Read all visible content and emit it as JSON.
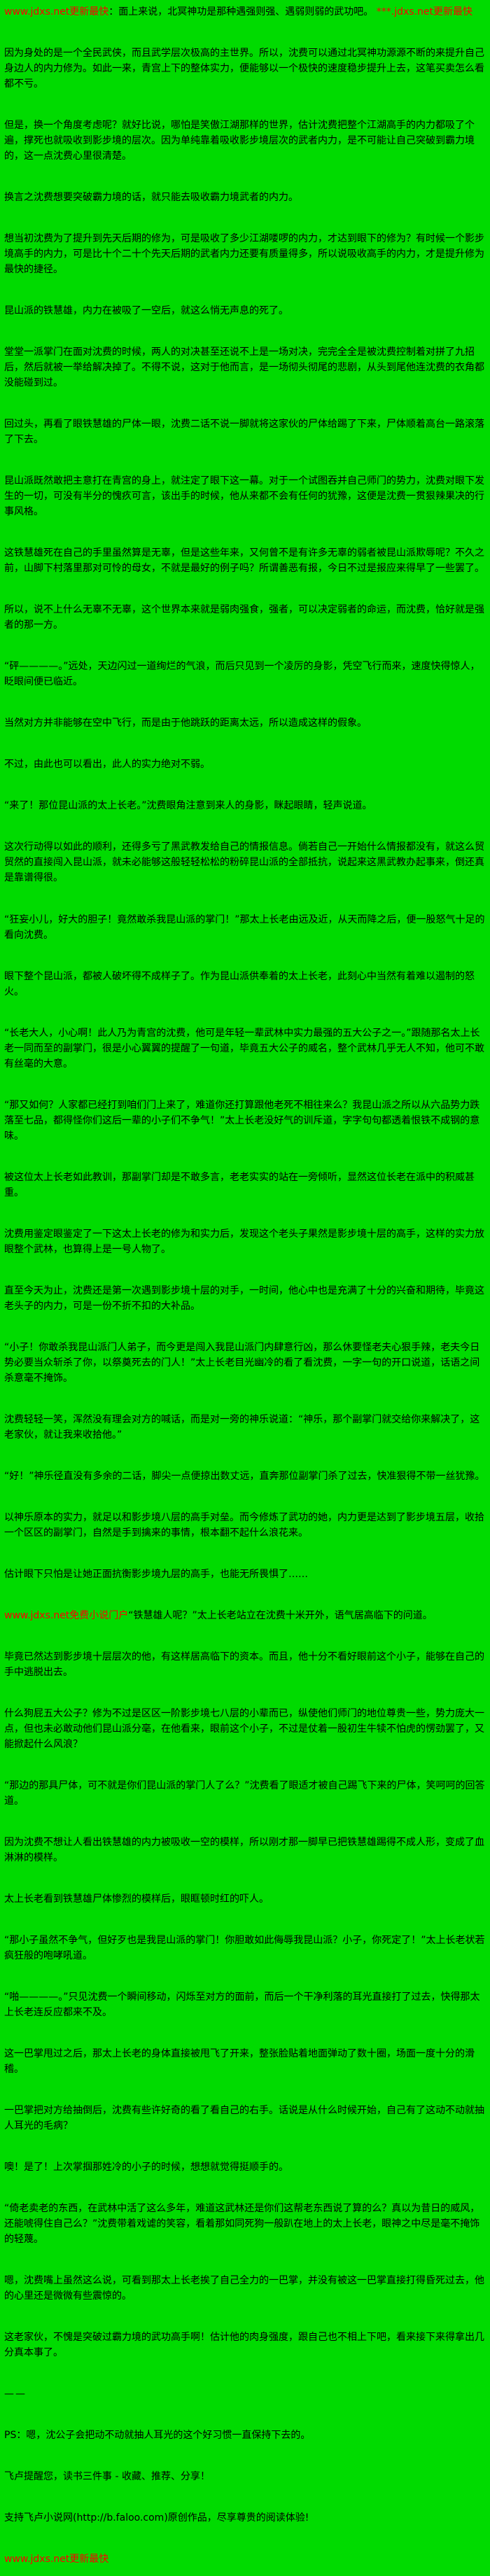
{
  "page": {
    "background_color": "#00db00",
    "text_color": "#000000",
    "watermark_color": "#ff0000"
  },
  "watermarks": {
    "top_left": "www.jdxs.net更新最快",
    "top_right": " ***.jdxs.net更新最快",
    "middle": "www.jdxs.net免费小说门户",
    "bottom": "www.jdxs.net更新最快"
  },
  "chapter": {
    "paragraphs": [
      {
        "name": "top-watermark-line",
        "spans": [
          {
            "t": "www.jdxs.net更新最快",
            "red": true
          },
          {
            "t": "：面上来说，北冥神功是那种遇强则强、遇弱则弱的武功吧。"
          },
          {
            "t": " ***.jdxs.net更新最快",
            "red": true
          }
        ]
      },
      {
        "spans": [
          {
            "t": "因为身处的是一个全民武侠，而且武学层次极高的主世界。所以，沈费可以通过北冥神功源源不断的来提升自己身边人的内力修为。如此一来，青宫上下的整体实力，便能够以一个极快的速度稳步提升上去，这笔买卖怎么看都不亏。"
          }
        ]
      },
      {
        "spans": [
          {
            "t": "但是，换一个角度考虑呢？就好比说，哪怕是笑傲江湖那样的世界，估计沈费把整个江湖高手的内力都吸了个遍，撑死也就吸收到影步境的层次。因为单纯靠着吸收影步境层次的武者内力，是不可能让自己突破到霸力境的，这一点沈费心里很清楚。"
          }
        ]
      },
      {
        "spans": [
          {
            "t": "换言之沈费想要突破霸力境的话，就只能去吸收霸力境武者的内力。"
          }
        ]
      },
      {
        "spans": [
          {
            "t": "想当初沈费为了提升到先天后期的修为，可是吸收了多少江湖喽啰的内力，才达到眼下的修为？有时候一个影步境高手的内力，可是比十个二十个先天后期的武者内力还要有质量得多，所以说吸收高手的内力，才是提升修为最快的捷径。"
          }
        ]
      },
      {
        "spans": [
          {
            "t": "昆山派的铁慧雄，内力在被吸了一空后，就这么悄无声息的死了。"
          }
        ]
      },
      {
        "spans": [
          {
            "t": "堂堂一派掌门在面对沈费的时候，两人的对决甚至还说不上是一场对决，完完全全是被沈费控制着对拼了九招后，然后就被一举给解决掉了。不得不说，这对于他而言，是一场彻头彻尾的悲剧，从头到尾他连沈费的衣角都没能碰到过。"
          }
        ]
      },
      {
        "spans": [
          {
            "t": "回过头，再看了眼铁慧雄的尸体一眼，沈费二话不说一脚就将这家伙的尸体给踢了下来，尸体顺着高台一路滚落了下去。"
          }
        ]
      },
      {
        "spans": [
          {
            "t": "昆山派既然敢把主意打在青宫的身上，就注定了眼下这一幕。对于一个试图吞并自己师门的势力，沈费对眼下发生的一切，可没有半分的愧疚可言，该出手的时候，他从来都不会有任何的犹豫，这便是沈费一贯狠辣果决的行事风格。"
          }
        ]
      },
      {
        "spans": [
          {
            "t": "这铁慧雄死在自己的手里虽然算是无辜，但是这些年来，又何曾不是有许多无辜的弱者被昆山派欺辱呢？不久之前，山脚下村落里那对可怜的母女，不就是最好的例子吗？所谓善恶有报，今日不过是报应来得早了一些罢了。"
          }
        ]
      },
      {
        "spans": [
          {
            "t": "所以，说不上什么无辜不无辜，这个世界本来就是弱肉强食，强者，可以决定弱者的命运，而沈费，恰好就是强者的那一方。"
          }
        ]
      },
      {
        "spans": [
          {
            "t": "“砰————。”远处，天边闪过一道绚烂的气浪，而后只见到一个凌厉的身影，凭空飞行而来，速度快得惊人，眨眼间便已临近。"
          }
        ]
      },
      {
        "spans": [
          {
            "t": "当然对方并非能够在空中飞行，而是由于他跳跃的距离太远，所以造成这样的假象。"
          }
        ]
      },
      {
        "spans": [
          {
            "t": "不过，由此也可以看出，此人的实力绝对不弱。"
          }
        ]
      },
      {
        "spans": [
          {
            "t": "“来了！那位昆山派的太上长老。”沈费眼角注意到来人的身影，眯起眼睛，轻声说道。"
          }
        ]
      },
      {
        "spans": [
          {
            "t": "这次行动得以如此的顺利，还得多亏了黑武教发给自己的情报信息。倘若自己一开始什么情报都没有，就这么贸贸然的直接闯入昆山派，就未必能够这般轻轻松松的粉碎昆山派的全部抵抗，说起来这黑武教办起事来，倒还真是靠谱得很。"
          }
        ]
      },
      {
        "spans": [
          {
            "t": "“狂妄小儿，好大的胆子！竟然敢杀我昆山派的掌门！”那太上长老由远及近，从天而降之后，便一股怒气十足的看向沈费。"
          }
        ]
      },
      {
        "spans": [
          {
            "t": "眼下整个昆山派，都被人破坏得不成样子了。作为昆山派供奉着的太上长老，此刻心中当然有着难以遏制的怒火。"
          }
        ]
      },
      {
        "spans": [
          {
            "t": "“长老大人，小心啊！此人乃为青宫的沈费，他可是年轻一辈武林中实力最强的五大公子之一。”跟随那名太上长老一同而至的副掌门，很是小心翼翼的提醒了一句道，毕竟五大公子的威名，整个武林几乎无人不知，他可不敢有丝毫的大意。"
          }
        ]
      },
      {
        "spans": [
          {
            "t": "“那又如何？人家都已经打到咱们门上来了，难道你还打算跟他老死不相往来么？我昆山派之所以从六品势力跌落至七品，都得怪你们这后一辈的小子们不争气！”太上长老没好气的训斥道，字字句句都透着恨铁不成钢的意味。"
          }
        ]
      },
      {
        "spans": [
          {
            "t": "被这位太上长老如此教训，那副掌门却是不敢多言，老老实实的站在一旁倾听，显然这位长老在派中的积威甚重。"
          }
        ]
      },
      {
        "spans": [
          {
            "t": "沈费用鉴定眼鉴定了一下这太上长老的修为和实力后，发现这个老头子果然是影步境十层的高手，这样的实力放眼整个武林，也算得上是一号人物了。"
          }
        ]
      },
      {
        "spans": [
          {
            "t": "直至今天为止，沈费还是第一次遇到影步境十层的对手，一时间，他心中也是充满了十分的兴奋和期待，毕竟这老头子的内力，可是一份不折不扣的大补品。"
          }
        ]
      },
      {
        "spans": [
          {
            "t": "“小子！你敢杀我昆山派门人弟子，而今更是闯入我昆山派门内肆意行凶，那么休要怪老夫心狠手辣，老夫今日势必要当众斩杀了你，以祭奠死去的门人！”太上长老目光幽冷的看了看沈费，一字一句的开口说道，话语之间杀意毫不掩饰。"
          }
        ]
      },
      {
        "spans": [
          {
            "t": "沈费轻轻一笑，浑然没有理会对方的喊话，而是对一旁的神乐说道：“神乐，那个副掌门就交给你来解决了，这老家伙，就让我来收拾他。”"
          }
        ]
      },
      {
        "spans": [
          {
            "t": "“好！”神乐径直没有多余的二话，脚尖一点便掠出数丈远，直奔那位副掌门杀了过去，快准狠得不带一丝犹豫。"
          }
        ]
      },
      {
        "spans": [
          {
            "t": "以神乐原本的实力，就足以和影步境八层的高手对垒。而今修炼了武功的她，内力更是达到了影步境五层，收拾一个区区的副掌门，自然是手到擒来的事情，根本翻不起什么浪花来。"
          }
        ]
      },
      {
        "spans": [
          {
            "t": "估计眼下只怕是让她正面抗衡影步境九层的高手，也能无所畏惧了……"
          }
        ]
      },
      {
        "name": "mid-watermark-line",
        "spans": [
          {
            "t": "www.jdxs.net免费小说门户",
            "red": true
          },
          {
            "t": "“铁慧雄人呢？”太上长老站立在沈费十米开外，语气居高临下的问道。"
          }
        ]
      },
      {
        "spans": [
          {
            "t": "毕竟已然达到影步境十层层次的他，有这样居高临下的资本。而且，他十分不看好眼前这个小子，能够在自己的手中逃脱出去。"
          }
        ]
      },
      {
        "spans": [
          {
            "t": "什么狗屁五大公子？修为不过是区区一阶影步境七八层的小辈而已，纵使他们师门的地位尊贵一些，势力庞大一点，但也未必敢动他们昆山派分毫，在他看来，眼前这个小子，不过是仗着一股初生牛犊不怕虎的愣劲罢了，又能掀起什么风浪？"
          }
        ]
      },
      {
        "spans": [
          {
            "t": "“那边的那具尸体，可不就是你们昆山派的掌门人了么？”沈费看了眼适才被自己踢飞下来的尸体，笑呵呵的回答道。"
          }
        ]
      },
      {
        "spans": [
          {
            "t": "因为沈费不想让人看出铁慧雄的内力被吸收一空的模样，所以刚才那一脚早已把铁慧雄踢得不成人形，变成了血淋淋的模样。"
          }
        ]
      },
      {
        "spans": [
          {
            "t": "太上长老看到铁慧雄尸体惨烈的模样后，眼眶顿时红的吓人。"
          }
        ]
      },
      {
        "spans": [
          {
            "t": "“那小子虽然不争气，但好歹也是我昆山派的掌门！你胆敢如此侮辱我昆山派？小子，你死定了！”太上长老状若疯狂般的咆哮吼道。"
          }
        ]
      },
      {
        "spans": [
          {
            "t": "“啪————。”只见沈费一个瞬间移动，闪烁至对方的面前，而后一个干净利落的耳光直接打了过去，快得那太上长老连反应都来不及。"
          }
        ]
      },
      {
        "spans": [
          {
            "t": "这一巴掌甩过之后，那太上长老的身体直接被甩飞了开来，整张脸贴着地面弹动了数十圈，场面一度十分的滑稽。"
          }
        ]
      },
      {
        "spans": [
          {
            "t": "一巴掌把对方给抽倒后，沈费有些许好奇的看了看自己的右手。话说是从什么时候开始，自己有了这动不动就抽人耳光的毛病？"
          }
        ]
      },
      {
        "spans": [
          {
            "t": "噢！是了！上次掌掴那姓冷的小子的时候，想想就觉得挺顺手的。"
          }
        ]
      },
      {
        "spans": [
          {
            "t": "“倚老卖老的东西，在武林中活了这么多年，难道这武林还是你们这帮老东西说了算的么？真以为昔日的威风，还能唬得住自己么？”沈费带着戏谑的笑容，看着那如同死狗一般趴在地上的太上长老，眼神之中尽是毫不掩饰的轻蔑。"
          }
        ]
      },
      {
        "spans": [
          {
            "t": "嗯，沈费嘴上虽然这么说，可看到那太上长老挨了自己全力的一巴掌，并没有被这一巴掌直接打得昏死过去，他的心里还是微微有些震惊的。"
          }
        ]
      },
      {
        "spans": [
          {
            "t": "这老家伙，不愧是突破过霸力境的武功高手啊！估计他的肉身强度，跟自己也不相上下吧，看来接下来得拿出几分真本事了。"
          }
        ]
      },
      {
        "name": "scene-break",
        "spans": [
          {
            "t": "——"
          }
        ]
      },
      {
        "name": "ps-note",
        "spans": [
          {
            "t": "PS：嗯，沈公子会把动不动就抽人耳光的这个好习惯一直保持下去的。"
          }
        ]
      },
      {
        "name": "faloo-reminder",
        "spans": [
          {
            "t": "飞卢提醒您，读书三件事 - 收藏、推荐、分享！"
          }
        ]
      },
      {
        "name": "faloo-support",
        "spans": [
          {
            "t": "支持飞卢小说网(http://b.faloo.com)原创作品，尽享尊贵的阅读体验!"
          }
        ]
      },
      {
        "name": "bottom-watermark-line",
        "spans": [
          {
            "t": "www.jdxs.net更新最快",
            "red": true
          }
        ]
      }
    ]
  }
}
